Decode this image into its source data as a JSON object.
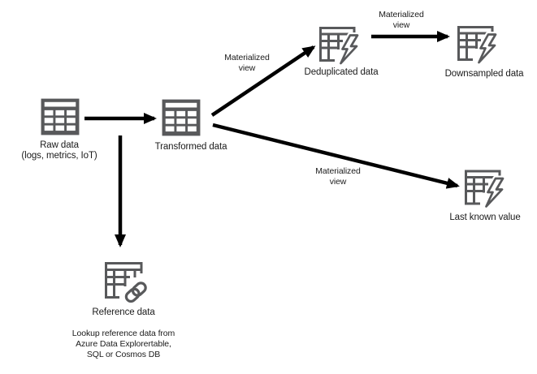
{
  "colors": {
    "background": "#ffffff",
    "icon_gray": "#58595b",
    "arrow_black": "#000000",
    "text_black": "#1b1b1b"
  },
  "diagram": {
    "edge_label_materialized_view": "Materialized view",
    "nodes": {
      "raw": {
        "label": "Raw data",
        "sublabel": "(logs, metrics, IoT)",
        "icon": "table-icon"
      },
      "transformed": {
        "label": "Transformed data",
        "icon": "table-icon"
      },
      "deduplicated": {
        "label": "Deduplicated data",
        "icon": "materialized-view-table-icon"
      },
      "downsampled": {
        "label": "Downsampled data",
        "icon": "materialized-view-table-icon"
      },
      "last_known_value": {
        "label": "Last known value",
        "icon": "materialized-view-table-icon"
      },
      "reference": {
        "label": "Reference data",
        "icon": "reference-table-icon",
        "note_lines": [
          "Lookup reference data from",
          "Azure Data Explorertable,",
          "SQL or Cosmos DB"
        ]
      }
    }
  }
}
